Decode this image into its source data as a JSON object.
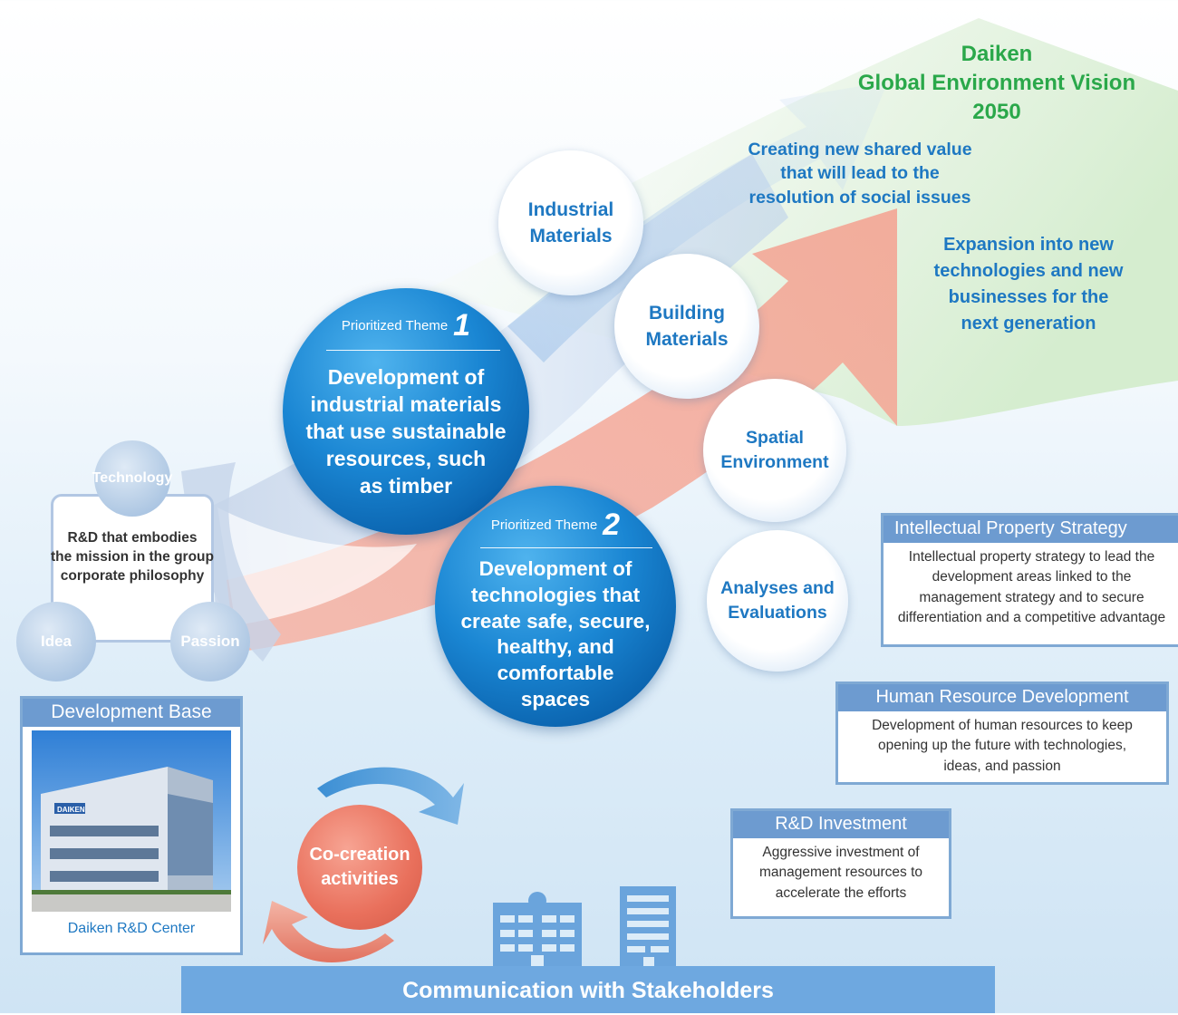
{
  "vision": {
    "line1": "Daiken",
    "line2": "Global Environment Vision",
    "line3": "2050"
  },
  "shared_value": {
    "line1": "Creating new shared value",
    "line2": "that will lead to the",
    "line3": "resolution of social issues"
  },
  "expansion": {
    "line1": "Expansion into new",
    "line2": "technologies and new",
    "line3": "businesses for the",
    "line4": "next generation"
  },
  "domains": {
    "industrial": {
      "line1": "Industrial",
      "line2": "Materials"
    },
    "building": {
      "line1": "Building",
      "line2": "Materials"
    },
    "spatial": {
      "line1": "Spatial",
      "line2": "Environment"
    },
    "analyses": {
      "line1": "Analyses and",
      "line2": "Evaluations"
    }
  },
  "theme1": {
    "label": "Prioritized Theme",
    "number": "1",
    "lines": [
      "Development of",
      "industrial materials",
      "that use sustainable",
      "resources, such",
      "as timber"
    ]
  },
  "theme2": {
    "label": "Prioritized Theme",
    "number": "2",
    "lines": [
      "Development of",
      "technologies that",
      "create safe, secure,",
      "healthy, and",
      "comfortable",
      "spaces"
    ]
  },
  "mission": {
    "technology": "Technology",
    "idea": "Idea",
    "passion": "Passion",
    "lines": [
      "R&D that embodies",
      "the mission in the group",
      "corporate philosophy"
    ]
  },
  "development_base": {
    "title": "Development Base",
    "caption": "Daiken R&D Center",
    "sign": "DAIKEN"
  },
  "co_creation": {
    "line1": "Co-creation",
    "line2": "activities"
  },
  "ip_strategy": {
    "title": "Intellectual Property Strategy",
    "lines": [
      "Intellectual property strategy to lead the",
      "development areas linked to the",
      "management strategy and to secure",
      "differentiation and a competitive advantage"
    ]
  },
  "hr_development": {
    "title": "Human Resource Development",
    "lines": [
      "Development of human resources to keep",
      "opening up the future with technologies,",
      "ideas, and passion"
    ]
  },
  "rd_investment": {
    "title": "R&D Investment",
    "lines": [
      "Aggressive investment of",
      "management resources to",
      "accelerate the efforts"
    ]
  },
  "stakeholders": {
    "label": "Communication with Stakeholders"
  },
  "colors": {
    "green": "#2aa84a",
    "blue": "#1e78c2",
    "box_header": "#6d9bd0",
    "arrow": "#f08a78"
  }
}
